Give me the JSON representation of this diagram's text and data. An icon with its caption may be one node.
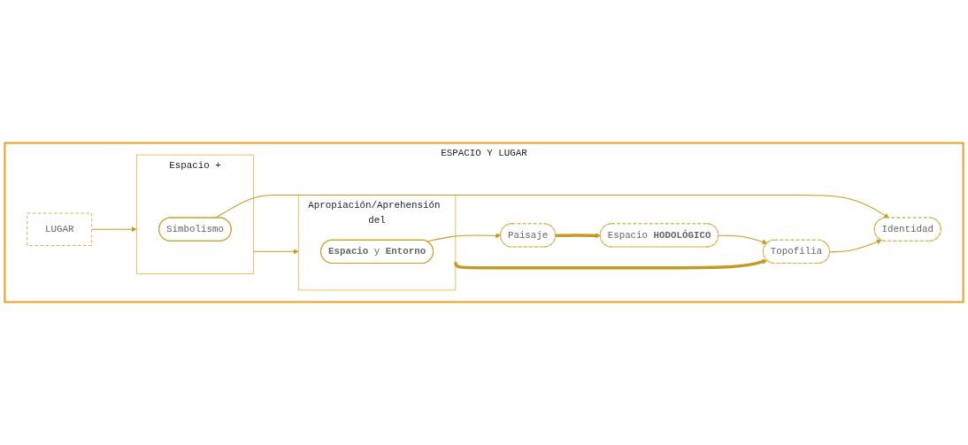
{
  "diagram": {
    "nodes": [
      {
        "text": [
          "ESPACIO Y LUGAR"
        ]
      },
      {
        "text": [
          "LUGAR"
        ],
        "in": 0
      },
      {
        "text": [
          "Espacio +"
        ],
        "in": 0
      },
      {
        "text": [
          "Simbolismo"
        ],
        "in": 2
      },
      {
        "text": [
          "Apropiación/Aprehensión del"
        ],
        "in": 0
      },
      {
        "text": [
          "**Espacio** y **Entorno**"
        ],
        "in": 4
      },
      {
        "text": [
          "Paisaje"
        ],
        "in": 0
      },
      {
        "text": [
          "Espacio **HODOLÓGICO**"
        ],
        "in": 0
      },
      {
        "text": [
          "Topofilia"
        ],
        "in": 0
      },
      {
        "text": [
          "Identidad"
        ],
        "in": 0
      }
    ],
    "edges": [
      {
        "from": 1,
        "to": 2,
        "arrow": "to"
      },
      {
        "from": 2,
        "to": 4,
        "arrow": "to"
      },
      {
        "from": 5,
        "to": 6,
        "arrow": "to"
      },
      {
        "from": 3,
        "to": 9,
        "arrow": "to"
      },
      {
        "from": 6,
        "to": 7,
        "arrow": "to",
        "style": "thick"
      },
      {
        "from": 4,
        "to": 8,
        "arrow": "to",
        "style": "thick"
      },
      {
        "from": 7,
        "to": 8,
        "arrow": "to"
      },
      {
        "from": 8,
        "to": 9,
        "arrow": "to"
      }
    ]
  }
}
